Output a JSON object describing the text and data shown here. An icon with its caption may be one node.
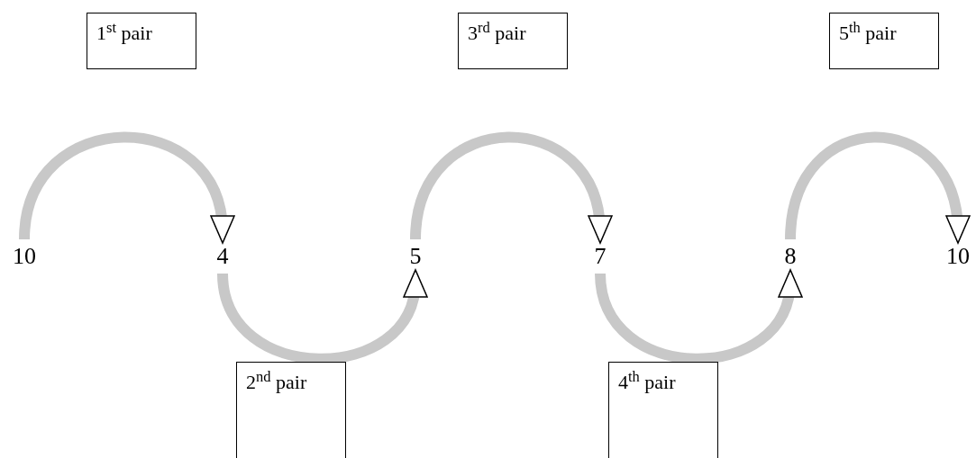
{
  "diagram": {
    "nodes": [
      {
        "text": [
          "1$^{st}$ pair"
        ]
      },
      {
        "text": [
          "3$^{rd}$ pair"
        ]
      },
      {
        "text": [
          "5$^{th}$ pair"
        ]
      },
      {
        "text": [
          "10"
        ]
      },
      {
        "text": [
          "4"
        ]
      },
      {
        "text": [
          "5"
        ]
      },
      {
        "text": [
          "7"
        ]
      },
      {
        "text": [
          "8"
        ]
      },
      {
        "text": [
          "10"
        ]
      },
      {
        "text": [
          "2$^{nd}$ pair"
        ]
      },
      {
        "text": [
          "4$^{th}$ pair"
        ]
      }
    ],
    "edges": [
      {
        "from": 3,
        "to": 4,
        "arrow": "to"
      },
      {
        "from": 4,
        "to": 5,
        "arrow": "to"
      },
      {
        "from": 5,
        "to": 6,
        "arrow": "to"
      },
      {
        "from": 6,
        "to": 7,
        "arrow": "to"
      },
      {
        "from": 7,
        "to": 8,
        "arrow": "to"
      }
    ]
  }
}
